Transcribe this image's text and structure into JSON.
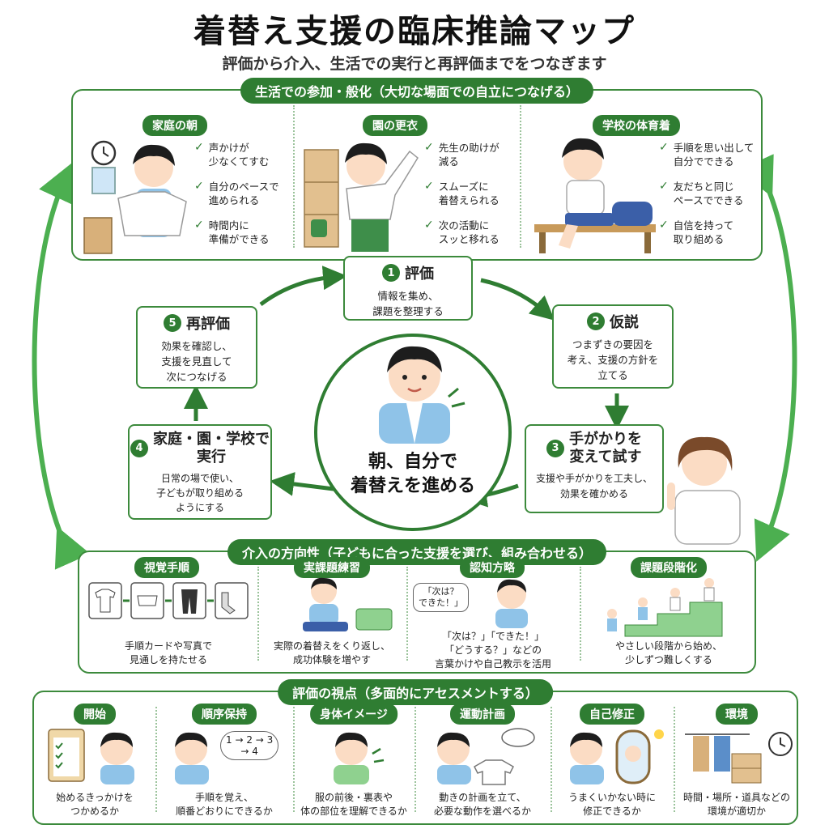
{
  "header": {
    "title": "着替え支援の臨床推論マップ",
    "subtitle": "評価から介入、生活での実行と再評価までをつなぎます"
  },
  "participation": {
    "label": "生活での参加・般化（大切な場面での自立につなげる）",
    "sections": [
      {
        "title": "家庭の朝",
        "points": [
          "声かけが\n少なくてすむ",
          "自分のペースで\n進められる",
          "時間内に\n準備ができる"
        ]
      },
      {
        "title": "園の更衣",
        "points": [
          "先生の助けが\n減る",
          "スムーズに\n着替えられる",
          "次の活動に\nスッと移れる"
        ]
      },
      {
        "title": "学校の体育着",
        "points": [
          "手順を思い出して\n自分でできる",
          "友だちと同じ\nペースでできる",
          "自信を持って\n取り組める"
        ]
      }
    ]
  },
  "cycle": {
    "center_text": "朝、自分で\n着替えを進める",
    "steps": [
      {
        "num": "1",
        "title": "評価",
        "desc": "情報を集め、\n課題を整理する"
      },
      {
        "num": "2",
        "title": "仮説",
        "desc": "つまずきの要因を\n考え、支援の方針を\n立てる"
      },
      {
        "num": "3",
        "title": "手がかりを\n変えて試す",
        "desc": "支援や手がかりを工夫し、\n効果を確かめる"
      },
      {
        "num": "4",
        "title": "家庭・園・学校で\n実行",
        "desc": "日常の場で使い、\n子どもが取り組める\nようにする"
      },
      {
        "num": "5",
        "title": "再評価",
        "desc": "効果を確認し、\n支援を見直して\n次につなげる"
      }
    ]
  },
  "intervention": {
    "label": "介入の方向性（子どもに合った支援を選び、組み合わせる）",
    "sections": [
      {
        "title": "視覚手順",
        "caption": "手順カードや写真で\n見通しを持たせる"
      },
      {
        "title": "実課題練習",
        "caption": "実際の着替えをくり返し、\n成功体験を増やす"
      },
      {
        "title": "認知方略",
        "caption": "「次は？」「できた！」\n「どうする？」などの\n言葉かけや自己教示を活用",
        "bubble": "「次は？\nできた！」"
      },
      {
        "title": "課題段階化",
        "caption": "やさしい段階から始め、\n少しずつ難しくする"
      }
    ]
  },
  "evaluation": {
    "label": "評価の視点（多面的にアセスメントする）",
    "sections": [
      {
        "title": "開始",
        "caption": "始めるきっかけを\nつかめるか"
      },
      {
        "title": "順序保持",
        "caption": "手順を覚え、\n順番どおりにできるか",
        "bubble": "1 → 2 → 3\n→ 4"
      },
      {
        "title": "身体イメージ",
        "caption": "服の前後・裏表や\n体の部位を理解できるか"
      },
      {
        "title": "運動計画",
        "caption": "動きの計画を立て、\n必要な動作を選べるか"
      },
      {
        "title": "自己修正",
        "caption": "うまくいかない時に\n修正できるか"
      },
      {
        "title": "環境",
        "caption": "時間・場所・道具などの\n環境が適切か"
      }
    ]
  },
  "colors": {
    "accent": "#2f7d32",
    "arrow": "#4caf50",
    "shirt": "#8fc3e8",
    "hair": "#1d1d1d",
    "skin": "#fbdcc4"
  }
}
